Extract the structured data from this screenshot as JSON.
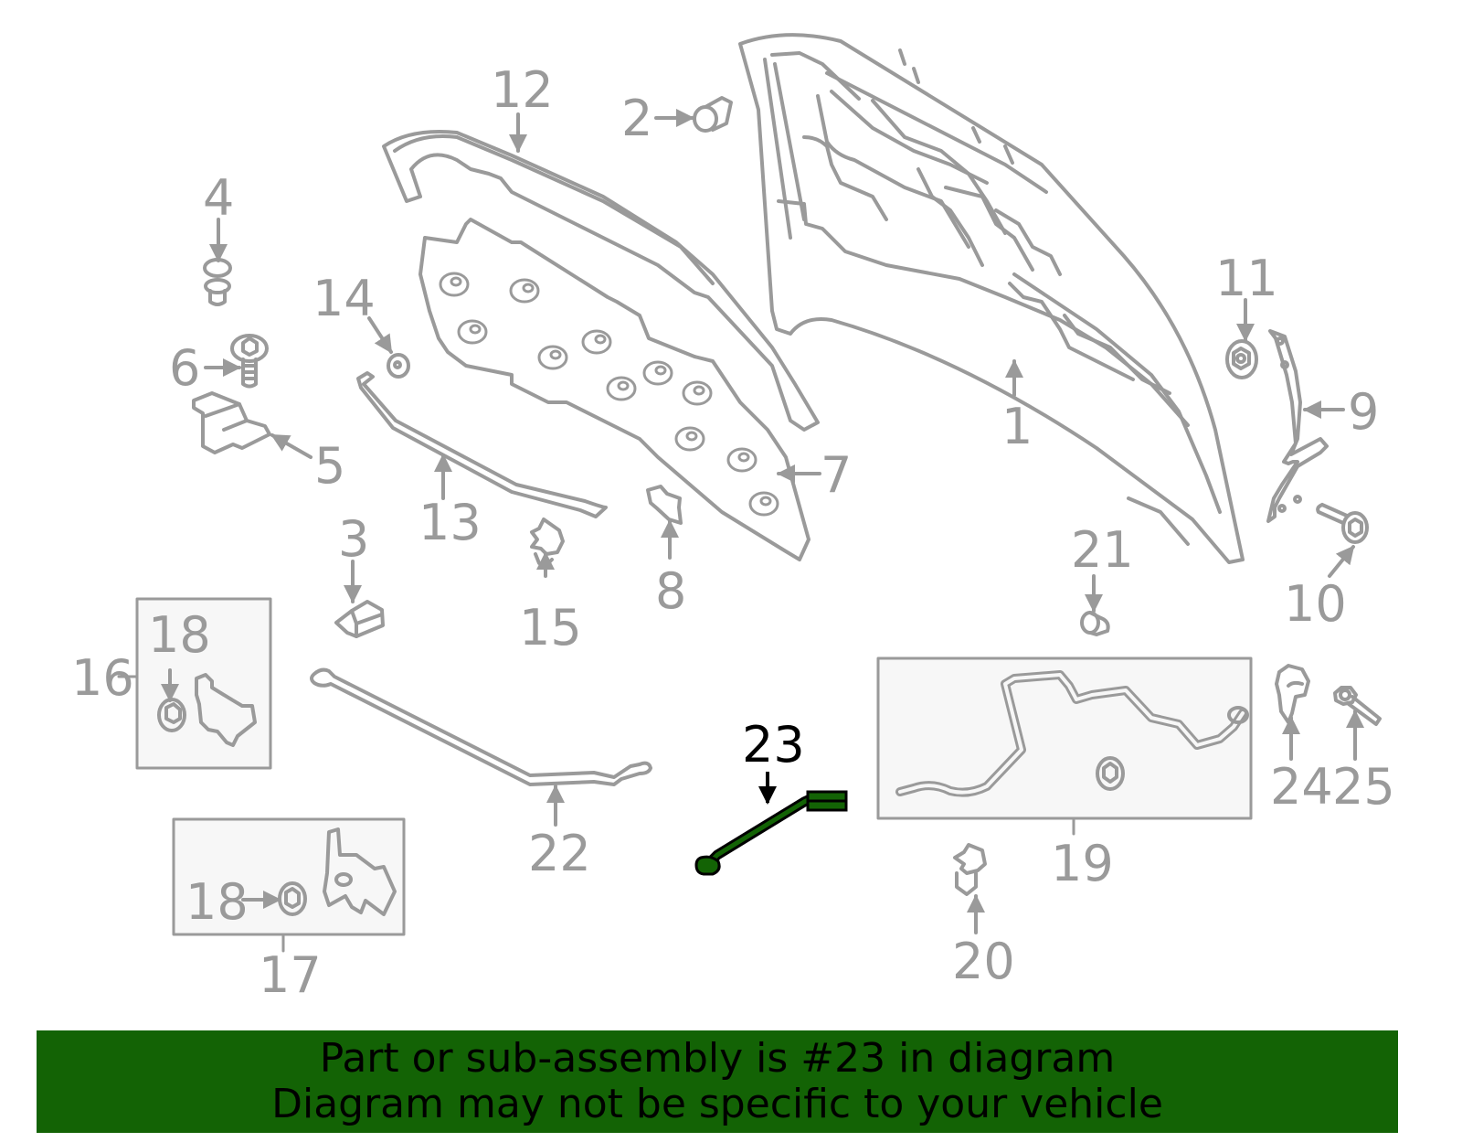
{
  "diagram": {
    "highlighted_part": "23",
    "colors": {
      "line": "#9a9a9a",
      "box_fill": "#f7f7f7",
      "highlight_fill": "#136305",
      "highlight_stroke": "#000000",
      "banner_bg": "#136305",
      "banner_text": "#000000"
    },
    "labels": [
      {
        "id": "1",
        "text": "1"
      },
      {
        "id": "2",
        "text": "2"
      },
      {
        "id": "3",
        "text": "3"
      },
      {
        "id": "4",
        "text": "4"
      },
      {
        "id": "5",
        "text": "5"
      },
      {
        "id": "6",
        "text": "6"
      },
      {
        "id": "7",
        "text": "7"
      },
      {
        "id": "8",
        "text": "8"
      },
      {
        "id": "9",
        "text": "9"
      },
      {
        "id": "10",
        "text": "10"
      },
      {
        "id": "11",
        "text": "11"
      },
      {
        "id": "12",
        "text": "12"
      },
      {
        "id": "13",
        "text": "13"
      },
      {
        "id": "14",
        "text": "14"
      },
      {
        "id": "15",
        "text": "15"
      },
      {
        "id": "16",
        "text": "16"
      },
      {
        "id": "17",
        "text": "17"
      },
      {
        "id": "18a",
        "text": "18"
      },
      {
        "id": "18b",
        "text": "18"
      },
      {
        "id": "19",
        "text": "19"
      },
      {
        "id": "20",
        "text": "20"
      },
      {
        "id": "21",
        "text": "21"
      },
      {
        "id": "22",
        "text": "22"
      },
      {
        "id": "23",
        "text": "23"
      },
      {
        "id": "24",
        "text": "24"
      },
      {
        "id": "25",
        "text": "25"
      }
    ]
  },
  "banner": {
    "line1": "Part or sub-assembly is #23 in diagram",
    "line2": "Diagram may not be specific to your vehicle"
  }
}
